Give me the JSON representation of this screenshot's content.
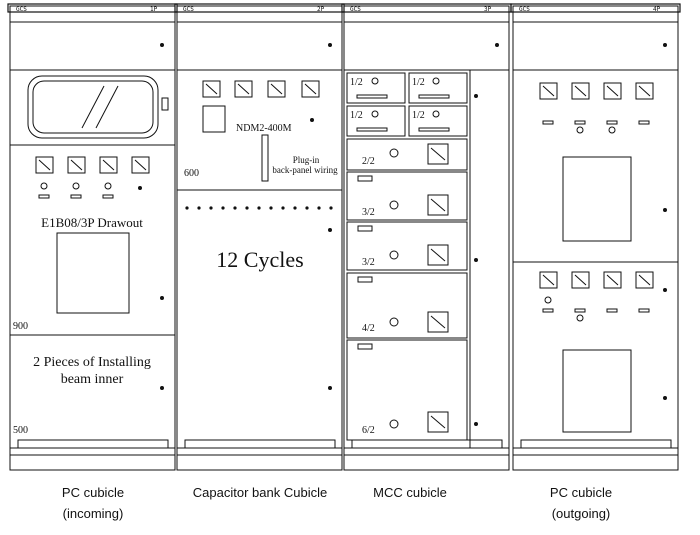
{
  "cubicles": [
    {
      "id": "pc-in",
      "top_code": "GCS",
      "top_number": "1P",
      "model": "E1B08/3P Drawout",
      "note_line1": "2 Pieces  of Installing",
      "note_line2": "beam inner",
      "mark_upper": "900",
      "mark_lower": "500",
      "caption_line1": "PC cubicle",
      "caption_line2": "(incoming)"
    },
    {
      "id": "cap",
      "top_code": "GCS",
      "top_number": "2P",
      "model": "NDM2-400M",
      "plugin_line1": "Plug-in",
      "plugin_line2": "back-panel wiring",
      "mark": "600",
      "center_label": "12 Cycles",
      "caption_line1": "Capacitor bank Cubicle"
    },
    {
      "id": "mcc",
      "top_code": "GCS",
      "top_number": "3P",
      "small_drawer_label": "1/2",
      "drawer_labels": [
        "2/2",
        "3/2",
        "3/2",
        "4/2",
        "6/2"
      ],
      "caption_line1": "MCC cubicle"
    },
    {
      "id": "pc-out",
      "top_code": "GCS",
      "top_number": "4P",
      "caption_line1": "PC cubicle",
      "caption_line2": "(outgoing)"
    }
  ]
}
